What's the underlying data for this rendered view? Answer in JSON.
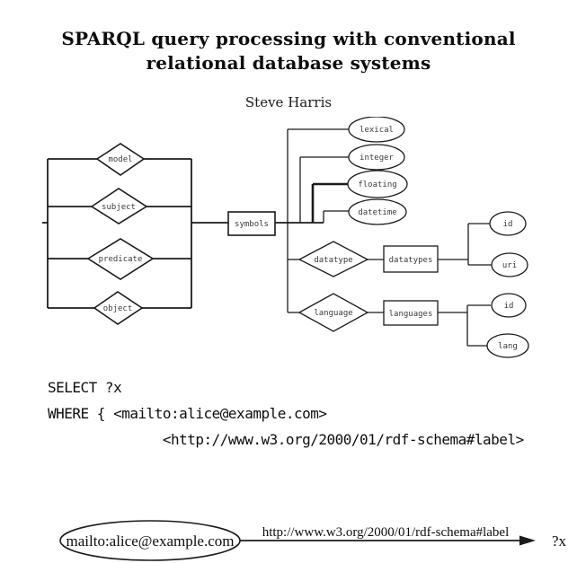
{
  "page": {
    "title_line1": "SPARQL query processing with conventional",
    "title_line2": "relational database systems",
    "author": "Steve Harris"
  },
  "er": {
    "relation_diamonds": [
      "model",
      "subject",
      "predicate",
      "object"
    ],
    "symbols_box": "symbols",
    "value_ellipses": [
      "lexical",
      "integer",
      "floating",
      "datetime"
    ],
    "datatype_diamond": "datatype",
    "datatypes_box": "datatypes",
    "datatype_ellipses": [
      "id",
      "uri"
    ],
    "language_diamond": "language",
    "languages_box": "languages",
    "language_ellipses": [
      "id",
      "lang"
    ]
  },
  "query": {
    "lines": [
      "SELECT ?x",
      "WHERE { <mailto:alice@example.com>",
      "              <http://www.w3.org/2000/01/rdf-schema#label>"
    ]
  },
  "triple": {
    "subject": "mailto:alice@example.com",
    "predicate": "http://www.w3.org/2000/01/rdf-schema#label",
    "object": "?x"
  },
  "colors": {
    "ink": "#1b1b1b",
    "label": "#3a3a3a",
    "background": "#ffffff"
  }
}
